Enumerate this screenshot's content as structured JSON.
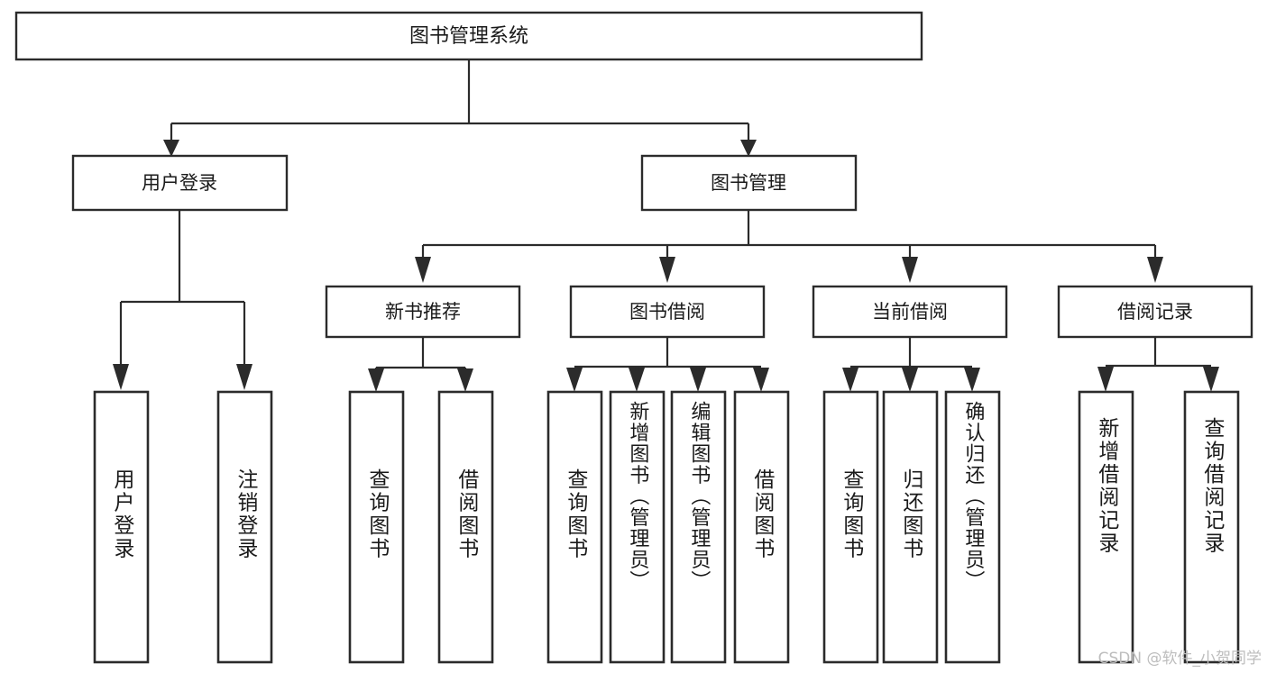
{
  "diagram": {
    "type": "tree-hierarchy",
    "title": "图书管理系统",
    "root": {
      "label": "图书管理系统"
    },
    "level2": [
      {
        "label": "用户登录"
      },
      {
        "label": "图书管理"
      }
    ],
    "level3": [
      {
        "label": "新书推荐"
      },
      {
        "label": "图书借阅"
      },
      {
        "label": "当前借阅"
      },
      {
        "label": "借阅记录"
      }
    ],
    "leaves": {
      "user_login": [
        {
          "label": "用户登录"
        },
        {
          "label": "注销登录"
        }
      ],
      "new_book_recommend": [
        {
          "label": "查询图书"
        },
        {
          "label": "借阅图书"
        }
      ],
      "book_borrow": [
        {
          "label": "查询图书"
        },
        {
          "label": "新增图书（管理员）"
        },
        {
          "label": "编辑图书（管理员）"
        },
        {
          "label": "借阅图书"
        }
      ],
      "current_borrow": [
        {
          "label": "查询图书"
        },
        {
          "label": "归还图书"
        },
        {
          "label": "确认归还（管理员）"
        }
      ],
      "borrow_record": [
        {
          "label": "新增借阅记录"
        },
        {
          "label": "查询借阅记录"
        }
      ]
    },
    "colors": {
      "stroke": "#2b2b2b",
      "fill": "#ffffff",
      "text": "#1a1a1a",
      "watermark": "#bdbdbd"
    }
  },
  "watermark": {
    "text": "CSDN @软件_小贺同学"
  }
}
